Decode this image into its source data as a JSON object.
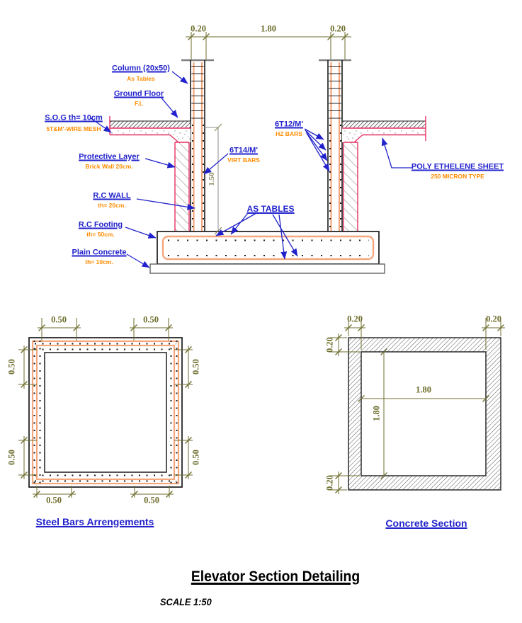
{
  "colors": {
    "label_blue": "#2222cc",
    "note_orange": "#ff8c00",
    "dim_olive": "#6e6e2e",
    "rebar_peach": "#f4a67c",
    "concrete_red": "#e63163",
    "line_black": "#1a1a1a"
  },
  "section": {
    "dims": {
      "left_wall": "0.20",
      "clear_span": "1.80",
      "right_wall": "0.20",
      "wall_height": "1.50"
    },
    "labels": {
      "column": {
        "title": "Column (20x50)",
        "sub": "As Tables"
      },
      "ground_floor": {
        "title": "Ground Floor",
        "sub": "F.L"
      },
      "sog": {
        "title": "S.O.G th= 10cm",
        "sub": "5T&M'-WIRE MESH"
      },
      "protective_layer": {
        "title": "Protective Layer",
        "sub": "Brick Wall 20cm."
      },
      "rc_wall": {
        "title": "R.C WALL",
        "sub": "th= 20cm."
      },
      "rc_footing": {
        "title": "R.C Footing",
        "sub": "th= 50cm."
      },
      "plain_concrete": {
        "title": "Plain Concrete",
        "sub": "th= 10cm."
      },
      "virt_bars": {
        "title": "6T14/M'",
        "sub": "VIRT BARS"
      },
      "hz_bars": {
        "title": "6T12/M'",
        "sub": "HZ BARS"
      },
      "as_tables": {
        "title": "AS TABLES"
      },
      "poly_sheet": {
        "title": "POLY ETHELENE SHEET",
        "sub": "250 MICRON TYPE"
      }
    }
  },
  "steel_plan": {
    "title": "Steel Bars Arrengements",
    "dims": {
      "top_left": "0.50",
      "top_right": "0.50",
      "left_top": "0.50",
      "left_bottom": "0.50",
      "right_top": "0.50",
      "right_bottom": "0.50",
      "bottom_left": "0.50",
      "bottom_right": "0.50"
    }
  },
  "concrete_plan": {
    "title": "Concrete Section",
    "dims": {
      "top_left": "0.20",
      "top_right": "0.20",
      "left_top": "0.20",
      "left_bottom": "0.20",
      "inner_width": "1.80",
      "inner_height": "1.80"
    }
  },
  "footer": {
    "title": "Elevator Section Detailing",
    "scale": "SCALE 1:50"
  }
}
